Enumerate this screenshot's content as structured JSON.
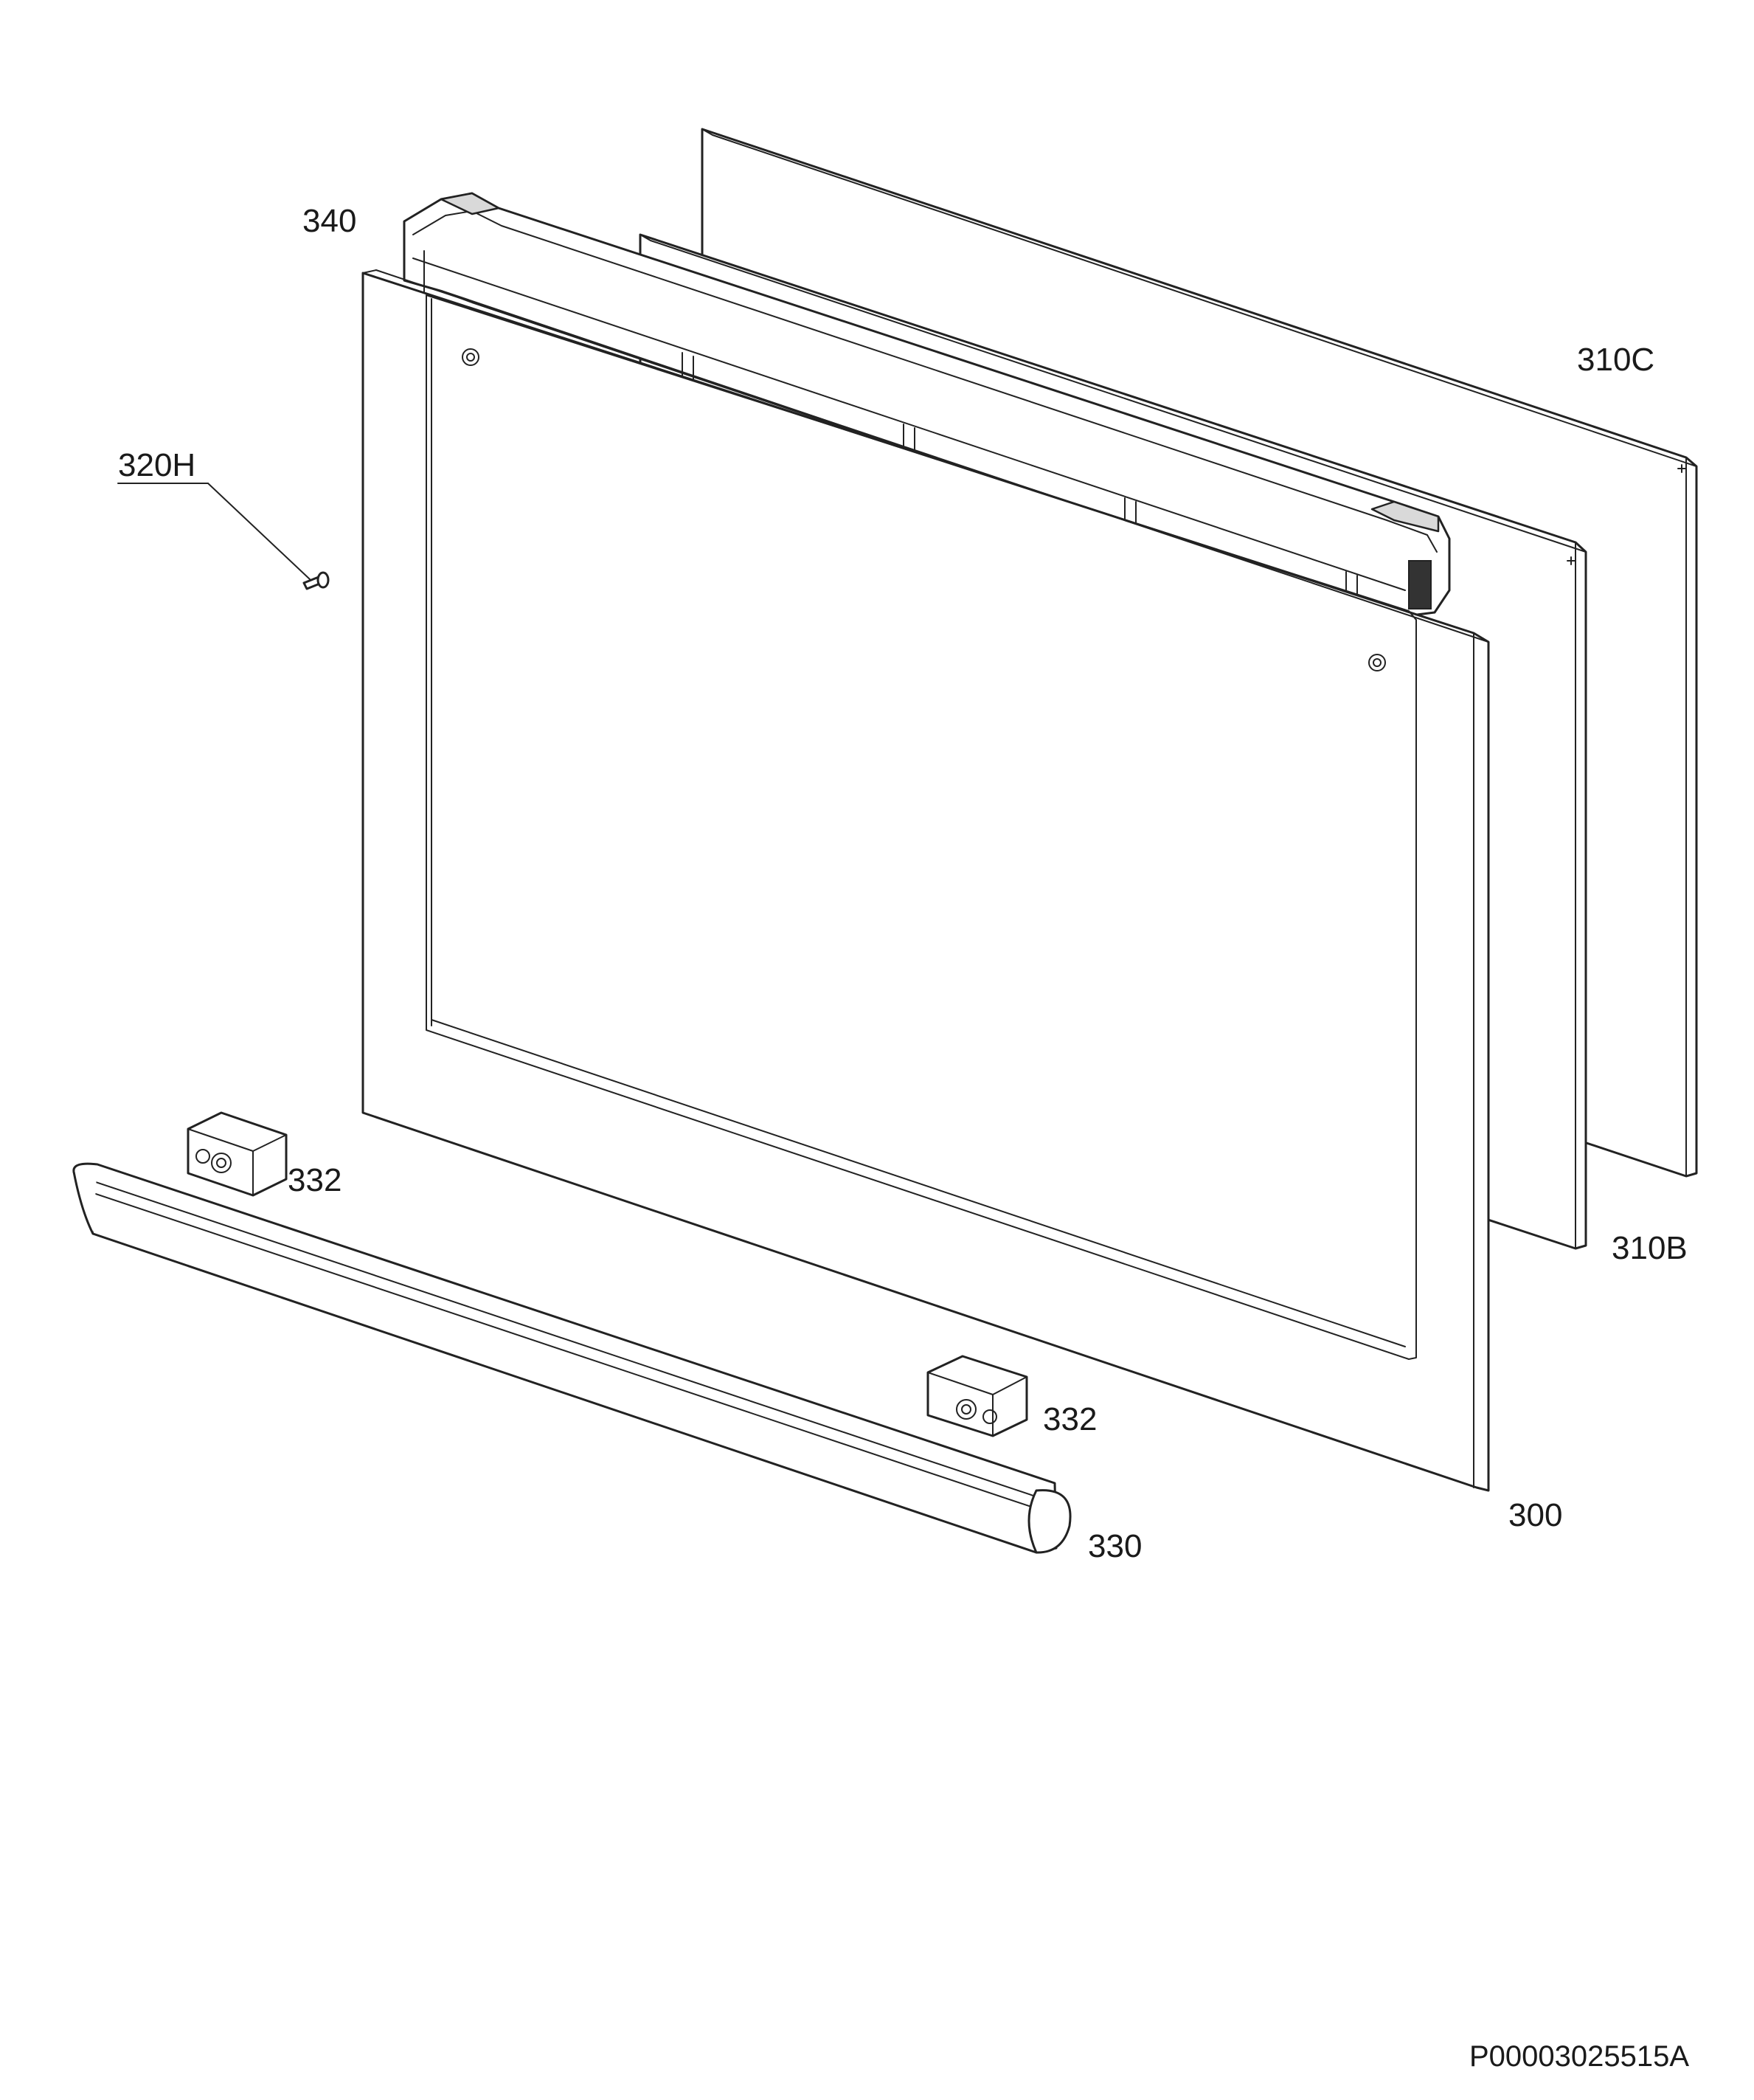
{
  "labels": {
    "p340": "340",
    "p310C": "310C",
    "p320H": "320H",
    "p332_upper": "332",
    "p332_lower": "332",
    "p310B": "310B",
    "p330": "330",
    "p300": "300"
  },
  "document_number": "P00003025515A"
}
